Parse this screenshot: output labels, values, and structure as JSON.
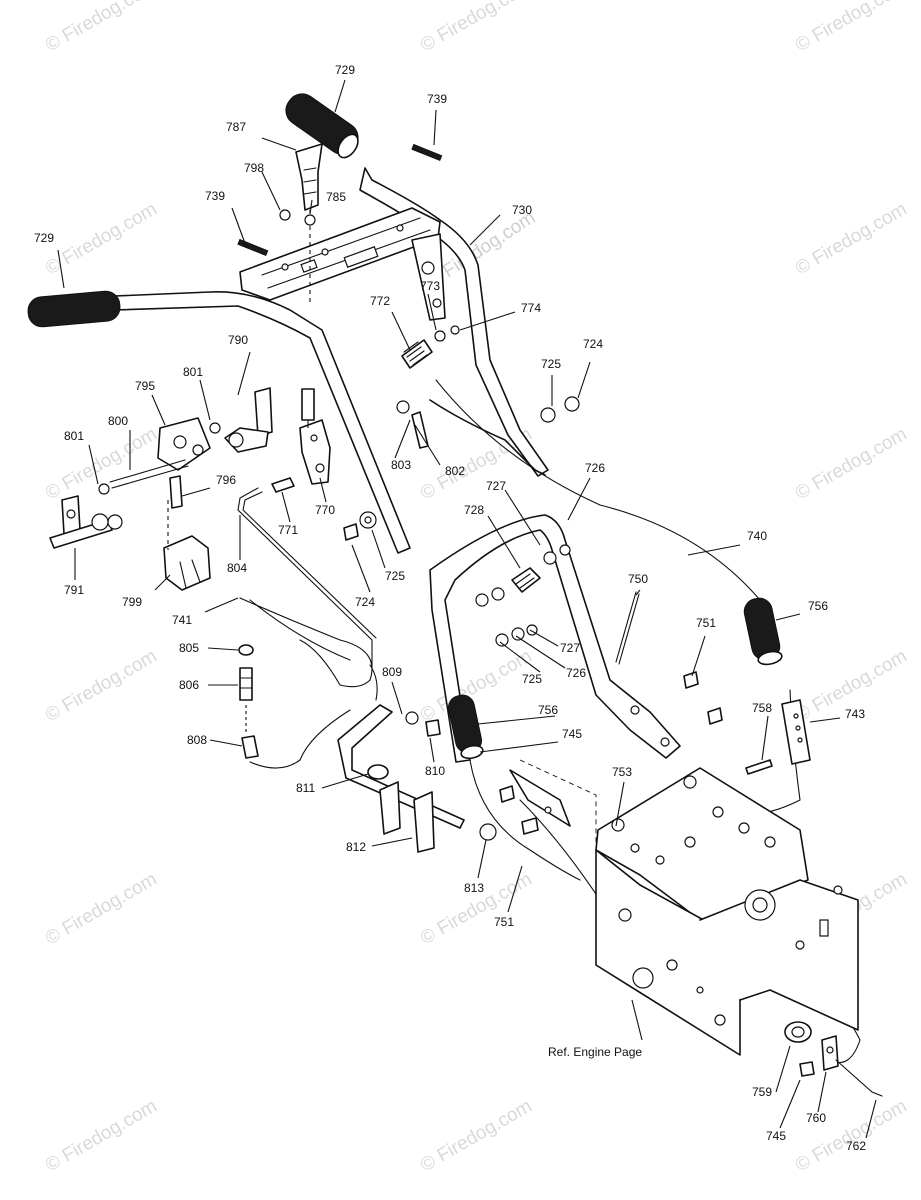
{
  "watermark": {
    "text": "© Firedog.com",
    "center_text": "Firedog.com"
  },
  "reference_note": "Ref. Engine Page",
  "callouts": [
    {
      "id": "c-729-top",
      "label": "729"
    },
    {
      "id": "c-739-top",
      "label": "739"
    },
    {
      "id": "c-787",
      "label": "787"
    },
    {
      "id": "c-798",
      "label": "798"
    },
    {
      "id": "c-785",
      "label": "785"
    },
    {
      "id": "c-739-left",
      "label": "739"
    },
    {
      "id": "c-729-left",
      "label": "729"
    },
    {
      "id": "c-730",
      "label": "730"
    },
    {
      "id": "c-772",
      "label": "772"
    },
    {
      "id": "c-773",
      "label": "773"
    },
    {
      "id": "c-774",
      "label": "774"
    },
    {
      "id": "c-790",
      "label": "790"
    },
    {
      "id": "c-801-a",
      "label": "801"
    },
    {
      "id": "c-795",
      "label": "795"
    },
    {
      "id": "c-800",
      "label": "800"
    },
    {
      "id": "c-801-b",
      "label": "801"
    },
    {
      "id": "c-725-a",
      "label": "725"
    },
    {
      "id": "c-724-a",
      "label": "724"
    },
    {
      "id": "c-803",
      "label": "803"
    },
    {
      "id": "c-802",
      "label": "802"
    },
    {
      "id": "c-726-a",
      "label": "726"
    },
    {
      "id": "c-796",
      "label": "796"
    },
    {
      "id": "c-771",
      "label": "771"
    },
    {
      "id": "c-770",
      "label": "770"
    },
    {
      "id": "c-727-a",
      "label": "727"
    },
    {
      "id": "c-728",
      "label": "728"
    },
    {
      "id": "c-740",
      "label": "740"
    },
    {
      "id": "c-791",
      "label": "791"
    },
    {
      "id": "c-804",
      "label": "804"
    },
    {
      "id": "c-725-b",
      "label": "725"
    },
    {
      "id": "c-724-b",
      "label": "724"
    },
    {
      "id": "c-799",
      "label": "799"
    },
    {
      "id": "c-750",
      "label": "750"
    },
    {
      "id": "c-756-a",
      "label": "756"
    },
    {
      "id": "c-741",
      "label": "741"
    },
    {
      "id": "c-751-a",
      "label": "751"
    },
    {
      "id": "c-727-b",
      "label": "727"
    },
    {
      "id": "c-726-b",
      "label": "726"
    },
    {
      "id": "c-725-c",
      "label": "725"
    },
    {
      "id": "c-805",
      "label": "805"
    },
    {
      "id": "c-806",
      "label": "806"
    },
    {
      "id": "c-809",
      "label": "809"
    },
    {
      "id": "c-756-b",
      "label": "756"
    },
    {
      "id": "c-758",
      "label": "758"
    },
    {
      "id": "c-743",
      "label": "743"
    },
    {
      "id": "c-745-a",
      "label": "745"
    },
    {
      "id": "c-808",
      "label": "808"
    },
    {
      "id": "c-810",
      "label": "810"
    },
    {
      "id": "c-811",
      "label": "811"
    },
    {
      "id": "c-753",
      "label": "753"
    },
    {
      "id": "c-812",
      "label": "812"
    },
    {
      "id": "c-813",
      "label": "813"
    },
    {
      "id": "c-751-b",
      "label": "751"
    },
    {
      "id": "c-759",
      "label": "759"
    },
    {
      "id": "c-760",
      "label": "760"
    },
    {
      "id": "c-745-b",
      "label": "745"
    },
    {
      "id": "c-762",
      "label": "762"
    }
  ]
}
